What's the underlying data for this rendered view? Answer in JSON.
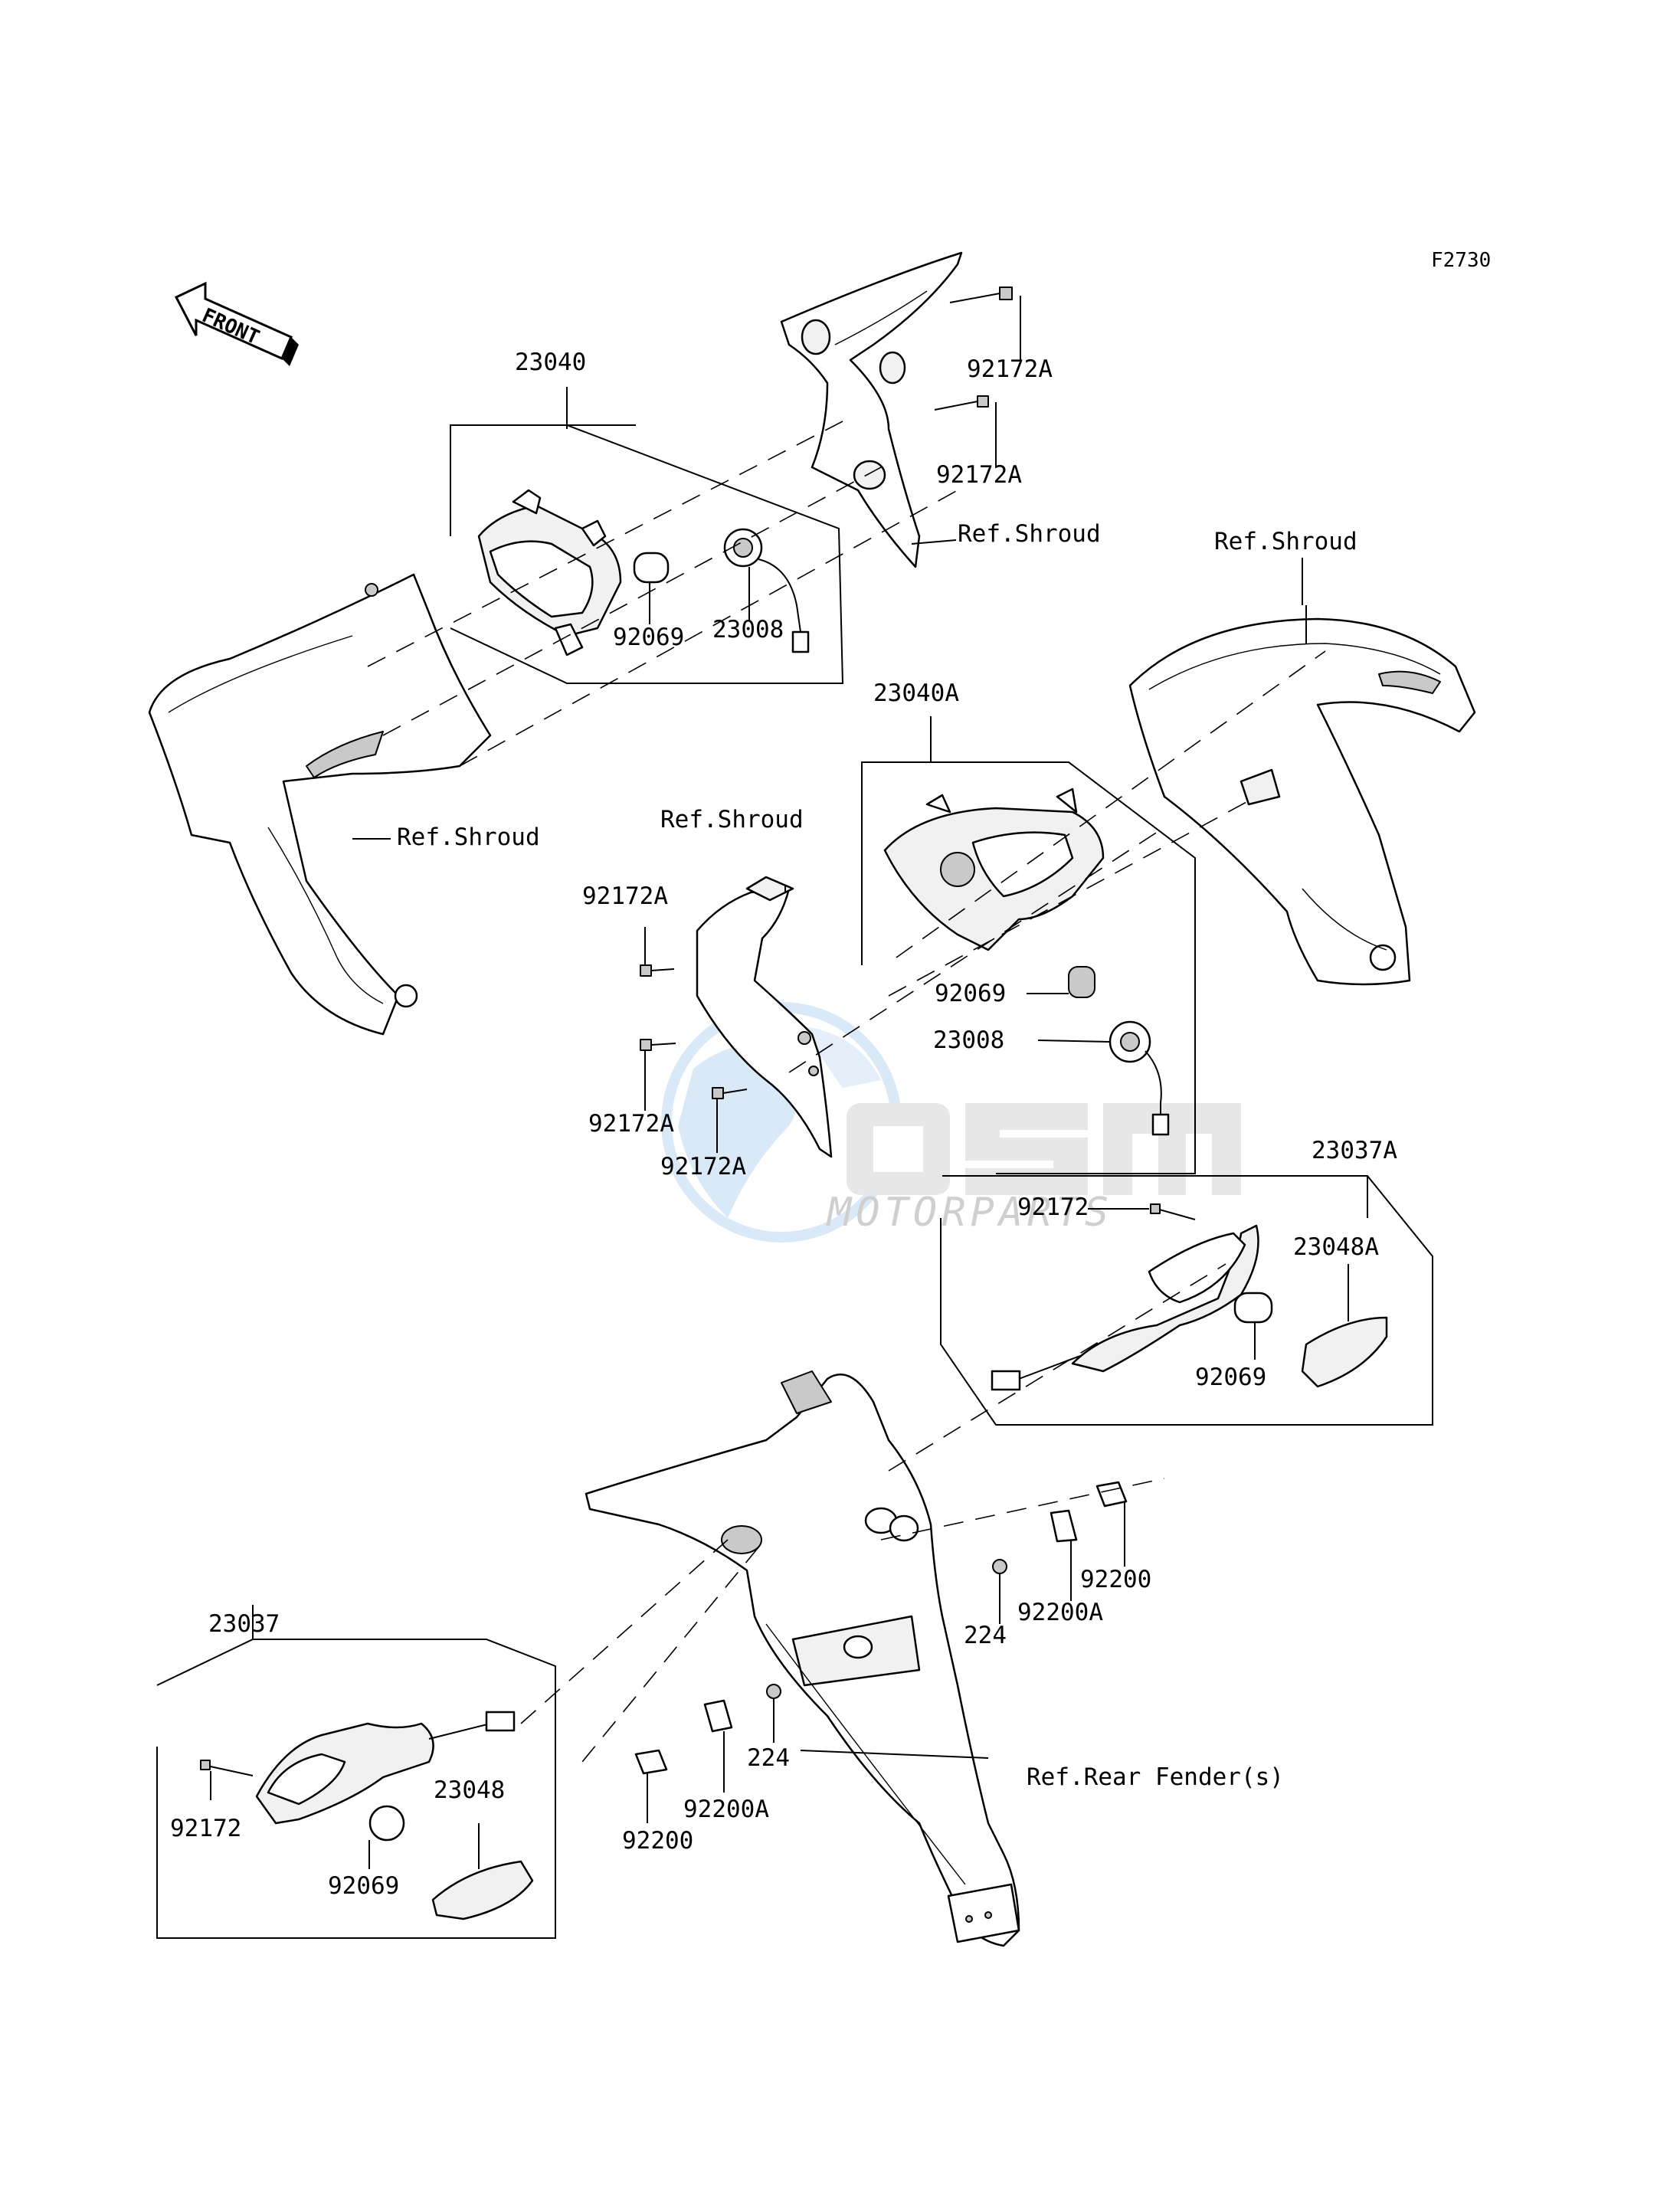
{
  "figure_code": "F2730",
  "front_arrow_label": "FRONT",
  "watermark": {
    "brand": "OSM",
    "tagline": "MOTORPARTS"
  },
  "labels": {
    "front_light_assy": "23040",
    "front_light_assy_right": "23040A",
    "rear_light_assy": "23037",
    "rear_light_assy_right": "23037A",
    "lens_left": "23048",
    "lens_right": "23048A",
    "socket": "23008",
    "bulb": "92069",
    "screw": "92172",
    "screw_a": "92172A",
    "plate": "92200",
    "plate_a": "92200A",
    "nut": "224",
    "ref_shroud": "Ref.Shroud",
    "ref_rear_fender": "Ref.Rear Fender(s)"
  }
}
